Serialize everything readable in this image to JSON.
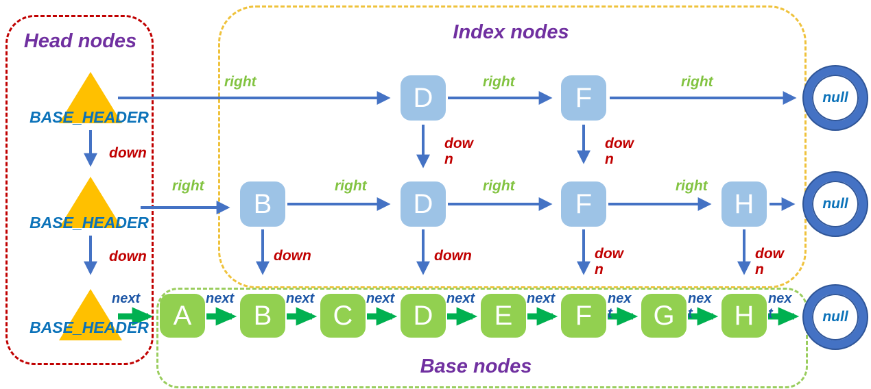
{
  "titles": {
    "head": "Head nodes",
    "index": "Index nodes",
    "base": "Base nodes"
  },
  "head_nodes": [
    "BASE_HEADER",
    "BASE_HEADER",
    "BASE_HEADER"
  ],
  "index_row1": [
    "D",
    "F"
  ],
  "index_row2": [
    "B",
    "D",
    "F",
    "H"
  ],
  "base_row": [
    "A",
    "B",
    "C",
    "D",
    "E",
    "F",
    "G",
    "H"
  ],
  "null_label": "null",
  "edge_labels": {
    "right": "right",
    "down": "down",
    "next": "next"
  },
  "colors": {
    "head_box_border": "#C00000",
    "index_box_border": "#EFC23C",
    "base_box_border": "#9ACD5E",
    "triangle": "#FFC000",
    "index_node_fill": "#9DC3E6",
    "base_node_fill": "#92D050",
    "blue_arrow": "#4472C4",
    "green_arrow": "#00B050",
    "section_title": "#7030A0",
    "right_label": "#82C341",
    "down_label": "#C00000",
    "next_label": "#1C55A5",
    "header_text": "#0B72B9",
    "null_ring": "#4472C4"
  }
}
